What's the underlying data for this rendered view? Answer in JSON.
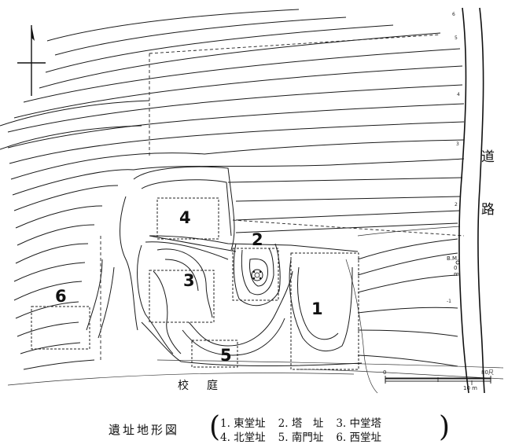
{
  "figure": {
    "caption_title": "遺址地形図",
    "legend_rows": [
      [
        "1. 東堂址",
        "2. 塔　址",
        "3. 中堂塔"
      ],
      [
        "4. 北堂址",
        "5. 南門址",
        "6. 西堂址"
      ]
    ],
    "site_numbers": [
      "1",
      "2",
      "3",
      "4",
      "5",
      "6"
    ],
    "road_label": [
      "道",
      "路"
    ],
    "yard_label": [
      "校",
      "庭"
    ],
    "benchmark_label": [
      "B.M.",
      "0",
      "m"
    ],
    "contour_labels": [
      "6",
      "5",
      "4",
      "3",
      "2",
      "-1"
    ],
    "scale": {
      "top_start": "0",
      "top_end": "80尺",
      "bottom_end": "10 m"
    },
    "north_arrow": "north-arrow"
  }
}
